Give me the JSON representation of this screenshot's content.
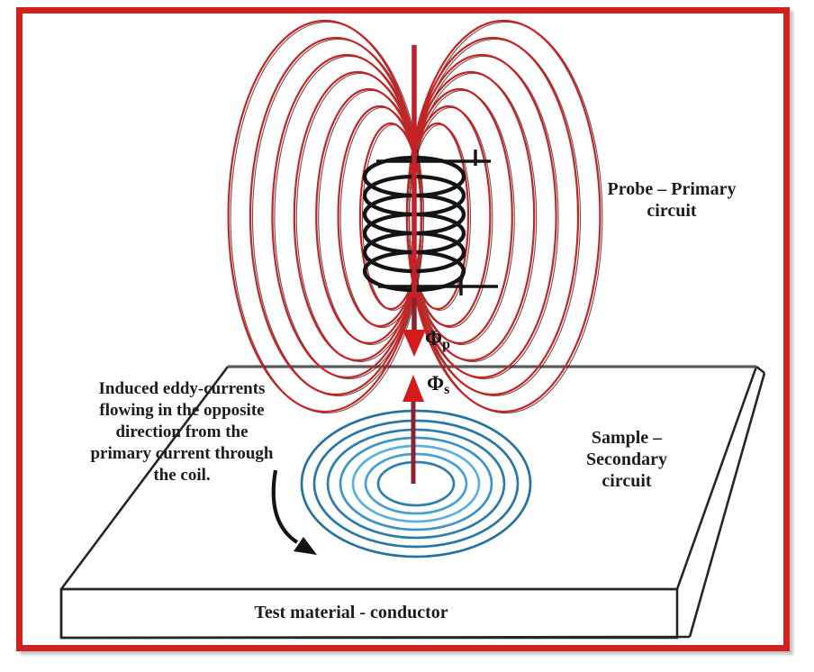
{
  "diagram": {
    "type": "eddy-current-testing-principle",
    "labels": {
      "probe": {
        "lines": [
          "Probe – Primary",
          "circuit"
        ]
      },
      "sample": {
        "lines": [
          "Sample –",
          "Secondary",
          "circuit"
        ]
      },
      "eddy_note": {
        "lines": [
          "Induced eddy-currents",
          "flowing in the opposite",
          "direction from the",
          "primary current through",
          "the coil."
        ]
      },
      "test_material": "Test material - conductor",
      "flux_primary": {
        "symbol": "Φ",
        "sub": "p"
      },
      "flux_secondary": {
        "symbol": "Φ",
        "sub": "s"
      }
    },
    "colors": {
      "frame_red": "#d02020",
      "field_line_red": "#c12626",
      "field_line_dark": "#4a0e0e",
      "arrow_shaft_red": "#c3202a",
      "arrow_shaft_maroon": "#8d2130",
      "arrow_head_red": "#d31b1b",
      "coil_black": "#141414",
      "slab_line": "#262626",
      "surface_gray": "#5a5a5a",
      "text": "#1c1c1c",
      "eddy_rings": [
        "#2f7fae",
        "#4aa0cd",
        "#5db0dc",
        "#3f93c2",
        "#2d7cab",
        "#2a76a4",
        "#27719e"
      ]
    }
  }
}
